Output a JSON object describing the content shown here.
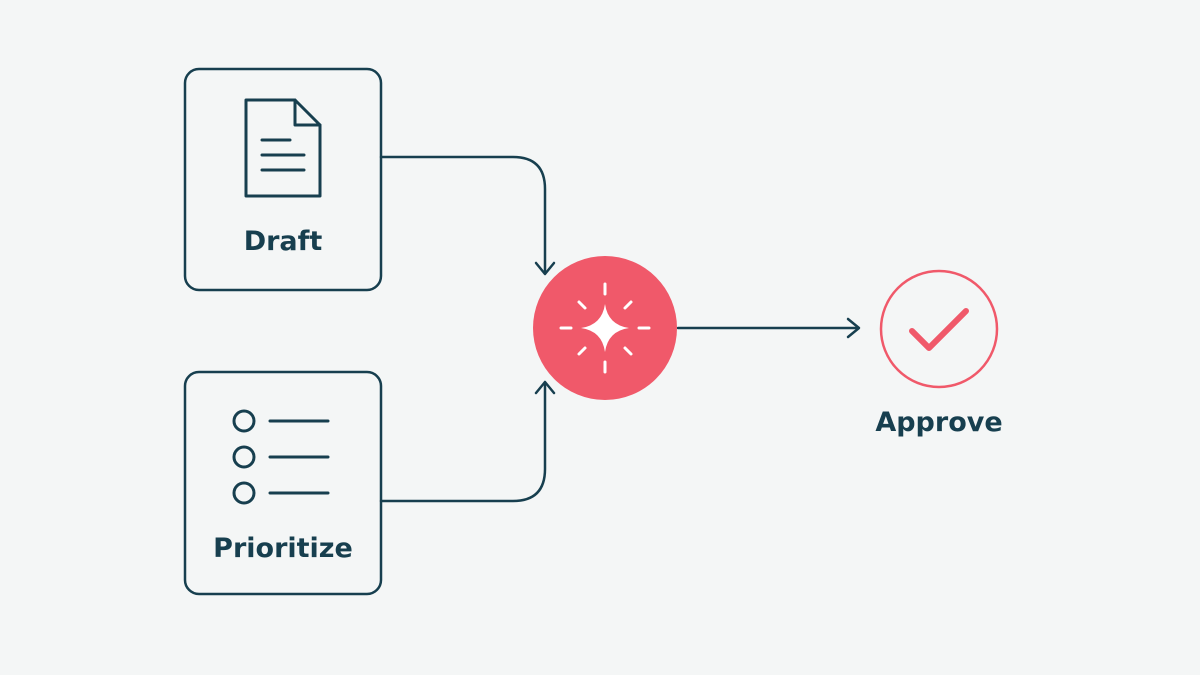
{
  "nodes": {
    "draft": {
      "label": "Draft",
      "icon": "document-icon"
    },
    "prioritize": {
      "label": "Prioritize",
      "icon": "list-icon"
    },
    "merge": {
      "icon": "sparkle-icon"
    },
    "approve": {
      "label": "Approve",
      "icon": "checkmark-icon"
    }
  },
  "colors": {
    "background": "#f4f6f6",
    "ink": "#173f4f",
    "accent": "#f0596a",
    "white": "#ffffff"
  }
}
